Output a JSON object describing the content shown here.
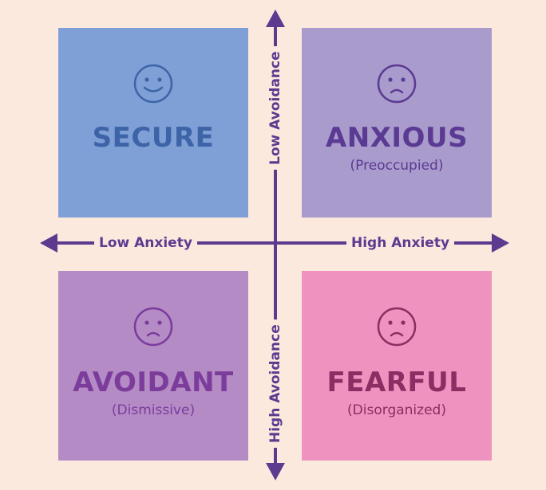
{
  "quadrants": {
    "secure": {
      "title": "SECURE"
    },
    "anxious": {
      "title": "ANXIOUS",
      "subtitle": "(Preoccupied)"
    },
    "avoidant": {
      "title": "AVOIDANT",
      "subtitle": "(Dismissive)"
    },
    "fearful": {
      "title": "FEARFUL",
      "subtitle": "(Disorganized)"
    }
  },
  "axes": {
    "x_left": "Low Anxiety",
    "x_right": "High Anxiety",
    "y_top": "Low Avoidance",
    "y_bottom": "High Avoidance"
  },
  "colors": {
    "background": "#fce9de",
    "secure": "#7fa0d6",
    "anxious": "#a99bcc",
    "avoidant": "#b48bc5",
    "fearful": "#ef92bf",
    "axis": "#5e3a8f"
  },
  "icons": {
    "secure": "smiling-face-icon",
    "anxious": "frowning-face-icon",
    "avoidant": "frowning-face-icon",
    "fearful": "frowning-face-icon"
  }
}
